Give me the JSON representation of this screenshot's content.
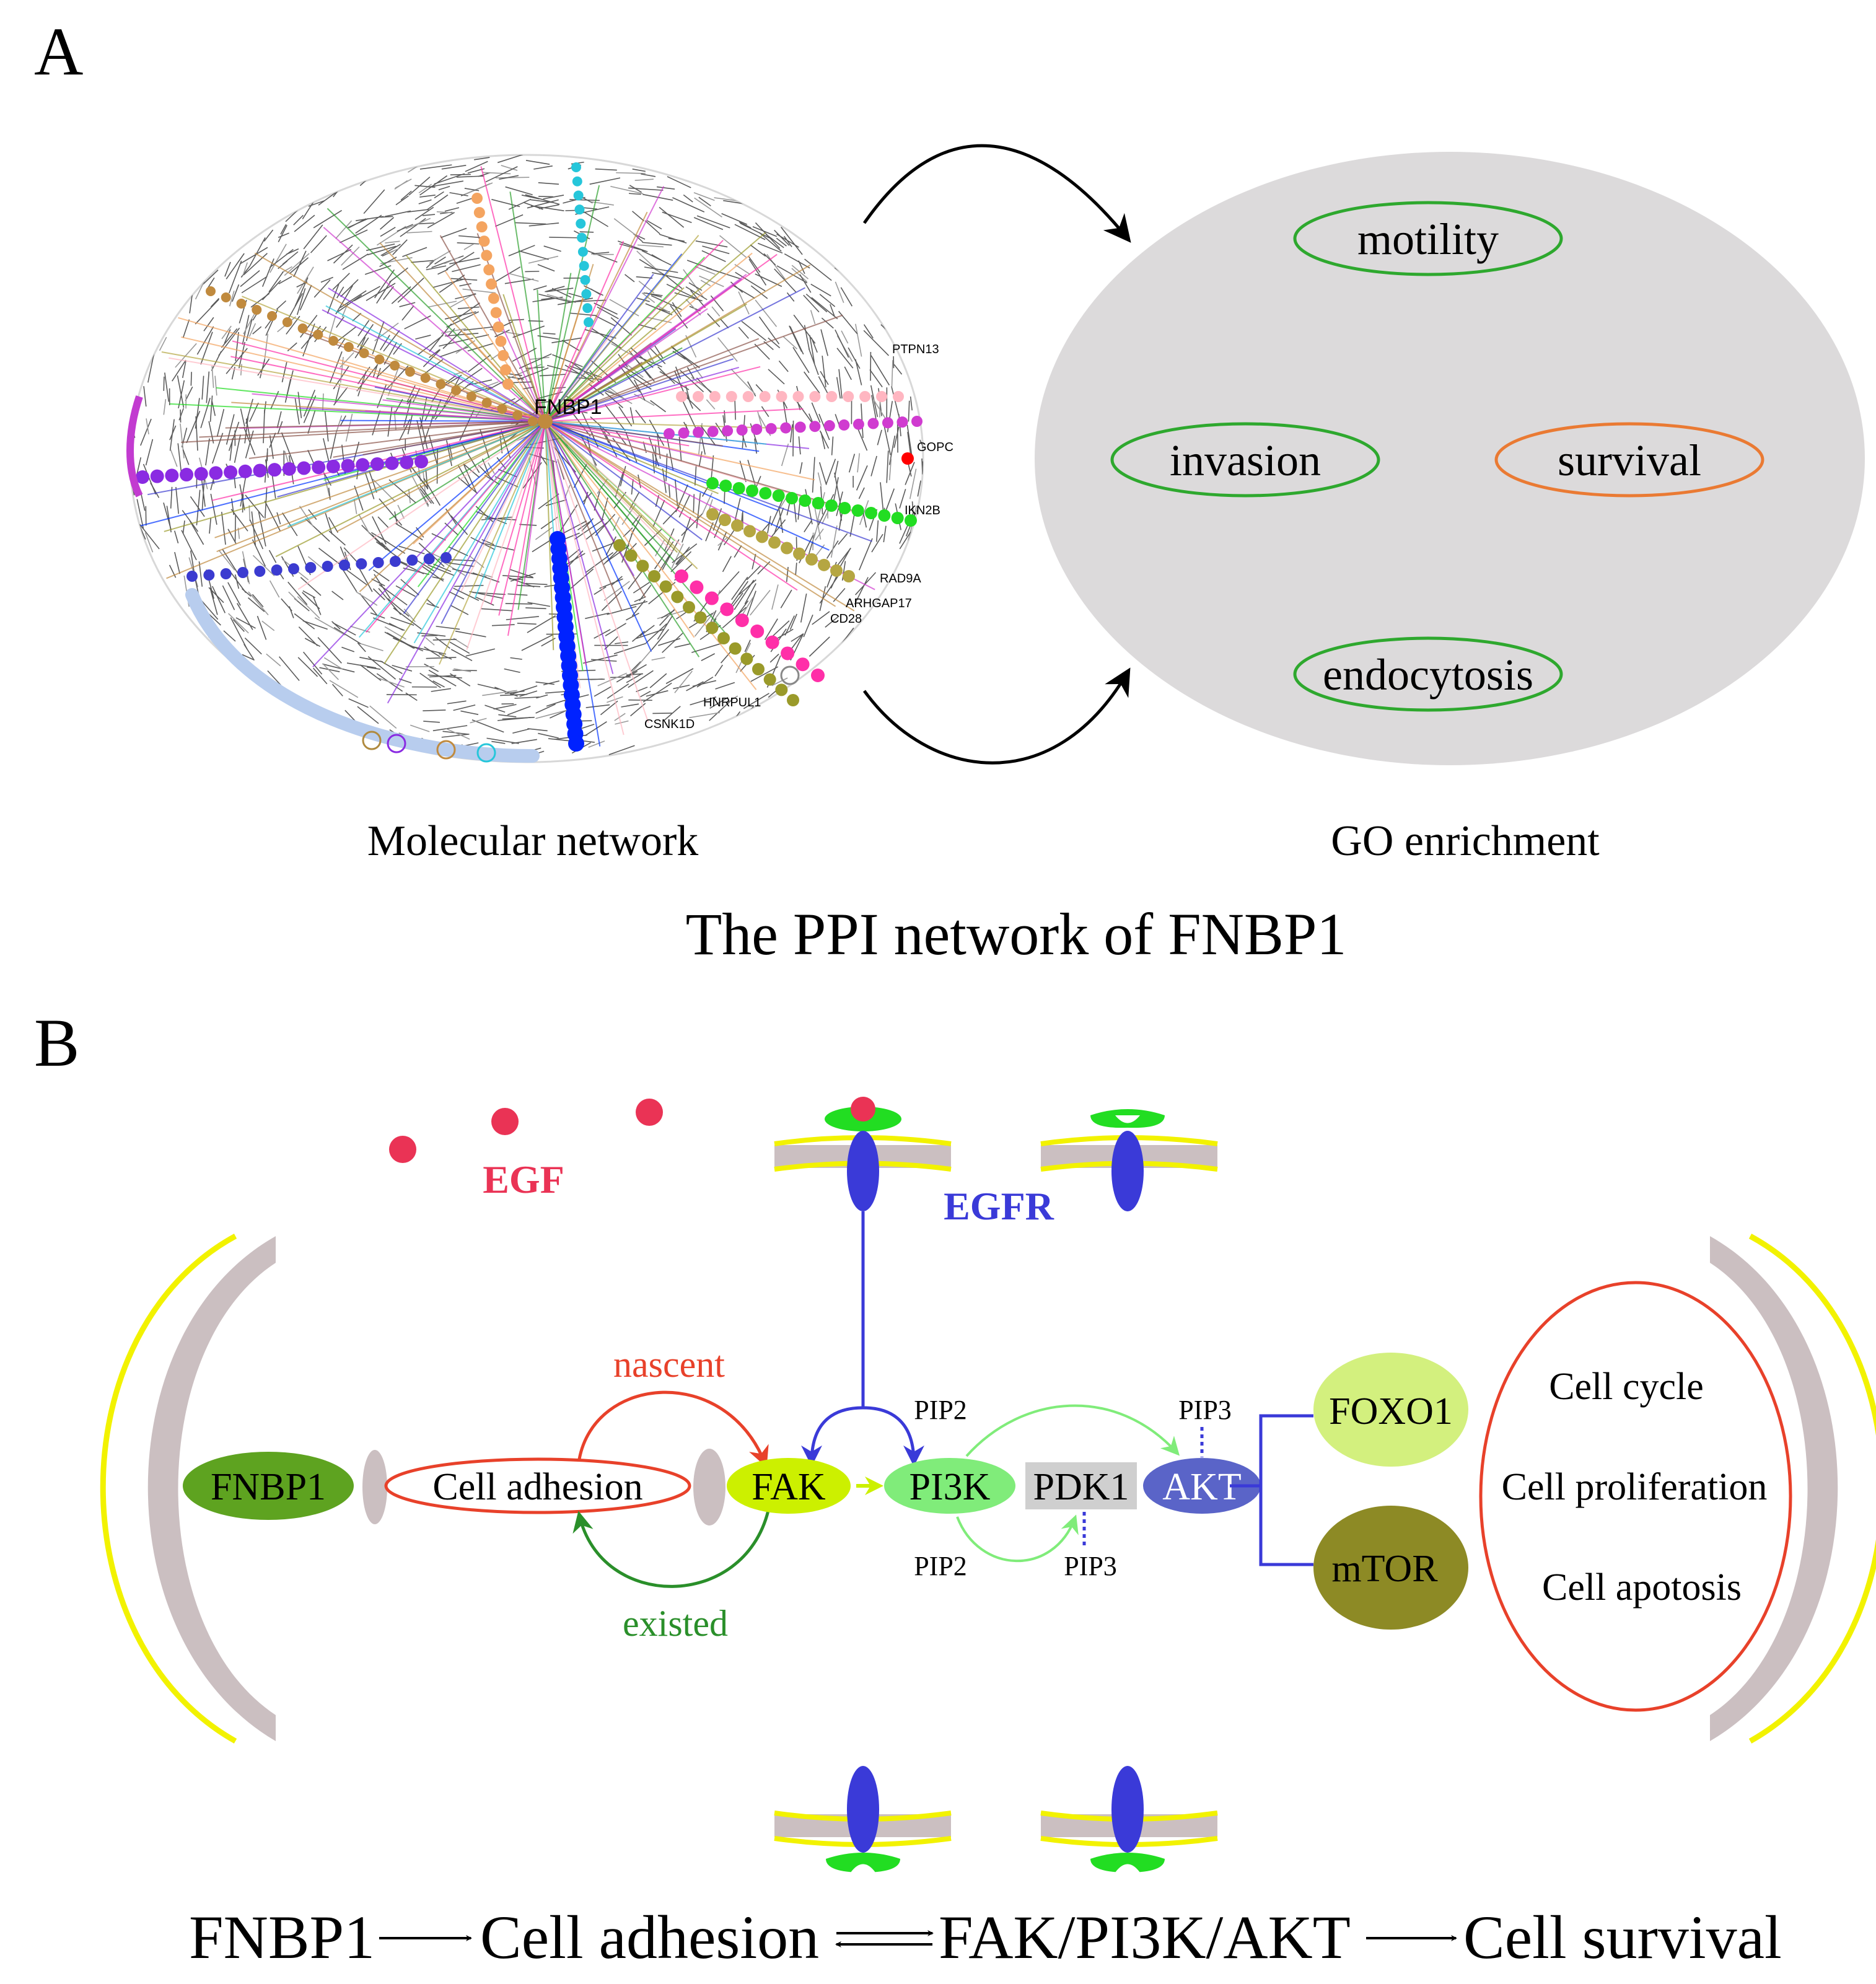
{
  "panel_a": {
    "label": "A",
    "network_hub": "FNBP1",
    "network_labels": [
      "GOPC",
      "RAD9A",
      "CD28",
      "HNRPUL1",
      "IKN2B",
      "ARHGAP17",
      "PTPN13",
      "CSNK1D"
    ],
    "go_terms": [
      "motility",
      "invasion",
      "survival",
      "endocytosis"
    ],
    "caption_left": "Molecular network",
    "caption_right": "GO enrichment",
    "title": "The PPI network of FNBP1"
  },
  "panel_b": {
    "label": "B",
    "egf": "EGF",
    "egfr": "EGFR",
    "fnbp1": "FNBP1",
    "cell_adhesion": "Cell adhesion",
    "nascent": "nascent",
    "existed": "existed",
    "fak": "FAK",
    "pi3k": "PI3K",
    "pdk1": "PDK1",
    "akt": "AKT",
    "pip2_top": "PIP2",
    "pip3_top": "PIP3",
    "pip2_bottom": "PIP2",
    "pip3_bottom": "PIP3",
    "foxo1": "FOXO1",
    "mtor": "mTOR",
    "outcomes": [
      "Cell cycle",
      "Cell proliferation",
      "Cell apotosis"
    ],
    "summary": {
      "s1": "FNBP1",
      "s2": "Cell adhesion",
      "s3": "FAK/PI3K/AKT",
      "s4": "Cell survival"
    }
  },
  "colors": {
    "go_bg": "#dcdadb",
    "go_green": "#2ea82e",
    "go_orange": "#ea7a33",
    "egf_red": "#ea3355",
    "egfr_blue": "#3a3ad8",
    "membrane_yellow": "#f2f200",
    "membrane_gray": "#cbbfc1",
    "fnbp1_green": "#5ea320",
    "fak_yellow": "#ccf000",
    "pi3k_green": "#80ec7a",
    "pdk1_gray": "#cfcfcf",
    "akt_blue": "#5a64c8",
    "foxo1_green": "#d3f07e",
    "mtor_olive": "#8d8a25",
    "nascent_red": "#e8412a",
    "existed_green": "#2a8f2a",
    "outcome_red": "#e8412a"
  }
}
